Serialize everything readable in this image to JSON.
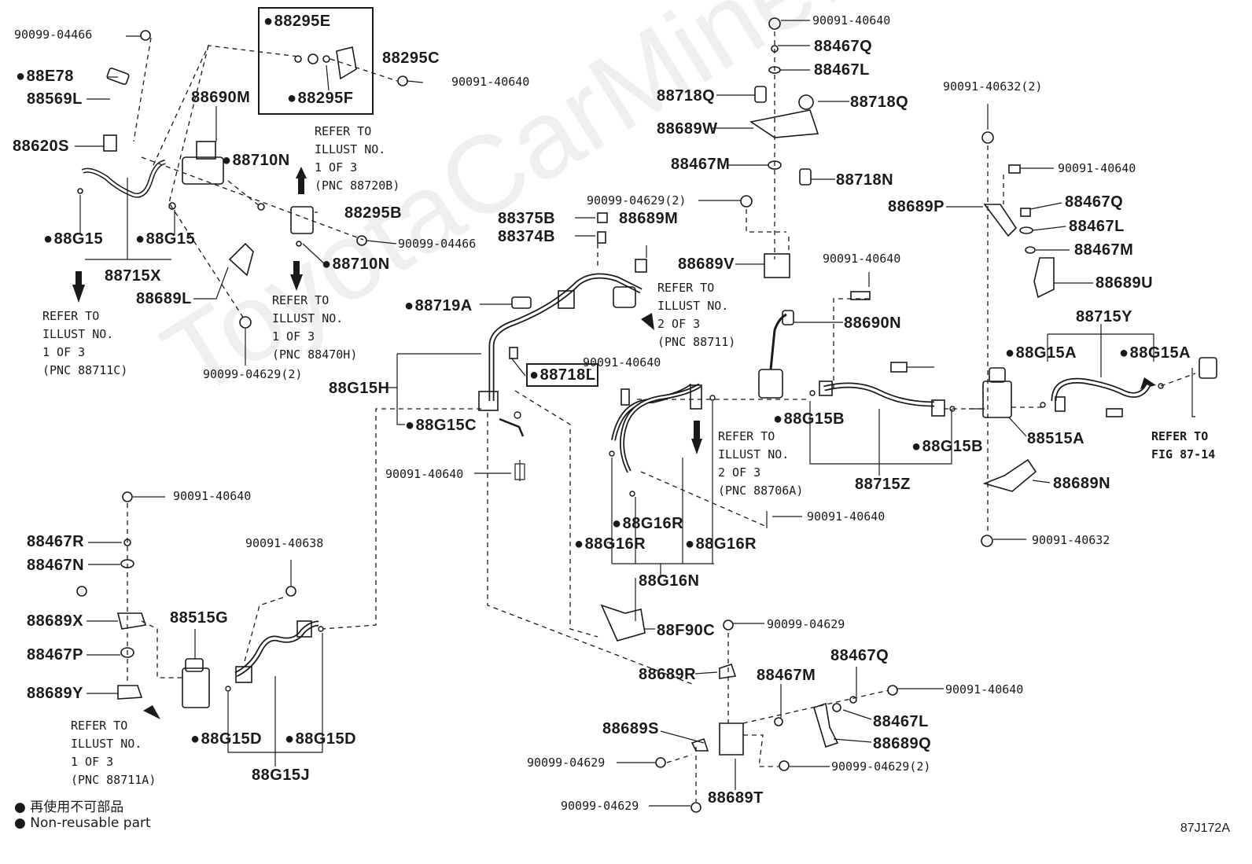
{
  "labels": {
    "p_88295E": "88295E",
    "p_88295C": "88295C",
    "p_88295F": "88295F",
    "p_88E78": "88E78",
    "p_88569L": "88569L",
    "p_88620S": "88620S",
    "p_88690M": "88690M",
    "p_88710N_a": "88710N",
    "p_88295B": "88295B",
    "p_88710N_b": "88710N",
    "p_88G15_a": "88G15",
    "p_88G15_b": "88G15",
    "p_88715X": "88715X",
    "p_88689L": "88689L",
    "p_88467Q_top": "88467Q",
    "p_88467L_top": "88467L",
    "p_88718Q_a": "88718Q",
    "p_88718Q_b": "88718Q",
    "p_88689W": "88689W",
    "p_88467M_top": "88467M",
    "p_88718N": "88718N",
    "p_88375B": "88375B",
    "p_88374B": "88374B",
    "p_88689M": "88689M",
    "p_88689V": "88689V",
    "p_88719A": "88719A",
    "p_88690N": "88690N",
    "p_88718L": "88718L",
    "p_88G15H": "88G15H",
    "p_88G15C": "88G15C",
    "p_88G15B_a": "88G15B",
    "p_88G15B_b": "88G15B",
    "p_88715Z": "88715Z",
    "p_88689P": "88689P",
    "p_88467Q_r": "88467Q",
    "p_88467L_r": "88467L",
    "p_88467M_r": "88467M",
    "p_88689U": "88689U",
    "p_88715Y": "88715Y",
    "p_88G15A_a": "88G15A",
    "p_88G15A_b": "88G15A",
    "p_88515A": "88515A",
    "p_88689N": "88689N",
    "p_88G16R_a": "88G16R",
    "p_88G16R_b": "88G16R",
    "p_88G16R_c": "88G16R",
    "p_88G16N": "88G16N",
    "p_88F90C": "88F90C",
    "p_88689R": "88689R",
    "p_88467M_b": "88467M",
    "p_88467Q_b": "88467Q",
    "p_88467L_b": "88467L",
    "p_88689Q": "88689Q",
    "p_88689S": "88689S",
    "p_88689T": "88689T",
    "p_88467R": "88467R",
    "p_88467N": "88467N",
    "p_88689X": "88689X",
    "p_88515G": "88515G",
    "p_88467P": "88467P",
    "p_88689Y": "88689Y",
    "p_88G15D_a": "88G15D",
    "p_88G15D_b": "88G15D",
    "p_88G15J": "88G15J"
  },
  "bolts": {
    "b1": "90099-04466",
    "b2": "90091-40640",
    "b3": "90099-04466",
    "b4": "90099-04629(2)",
    "b5": "90091-40640",
    "b6": "90099-04629(2)",
    "b7": "90091-40640",
    "b8": "90091-40640",
    "b9": "90091-40632(2)",
    "b10": "90091-40640",
    "b11": "90091-40640",
    "b12": "90091-40640",
    "b13": "90091-40632",
    "b14": "90091-40640",
    "b15": "90091-40638",
    "b16": "90099-04629",
    "b17": "90091-40640",
    "b18": "90099-04629",
    "b19": "90099-04629(2)",
    "b20": "90099-04629"
  },
  "refs": {
    "r1": [
      "REFER TO",
      "ILLUST NO.",
      "1 OF 3",
      "(PNC 88720B)"
    ],
    "r2": [
      "REFER TO",
      "ILLUST NO.",
      "1 OF 3",
      "(PNC 88470H)"
    ],
    "r3": [
      "REFER TO",
      "ILLUST NO.",
      "1 OF 3",
      "(PNC 88711C)"
    ],
    "r4": [
      "REFER TO",
      "ILLUST NO.",
      "2 OF 3",
      "(PNC 88711)"
    ],
    "r5": [
      "REFER TO",
      "ILLUST NO.",
      "2 OF 3",
      "(PNC 88706A)"
    ],
    "r6": [
      "REFER TO",
      "FIG 87-14"
    ],
    "r7": [
      "REFER TO",
      "ILLUST NO.",
      "1 OF 3",
      "(PNC 88711A)"
    ]
  },
  "legend": {
    "line1": "再使用不可部品",
    "line2": "Non-reusable part"
  },
  "watermark": "ToyotaCarMine.ru",
  "figure_id": "87J172A",
  "highlighted_part": "88718L",
  "colors": {
    "ink": "#1a1a1a",
    "highlight_box": "#222222",
    "background": "#ffffff"
  }
}
